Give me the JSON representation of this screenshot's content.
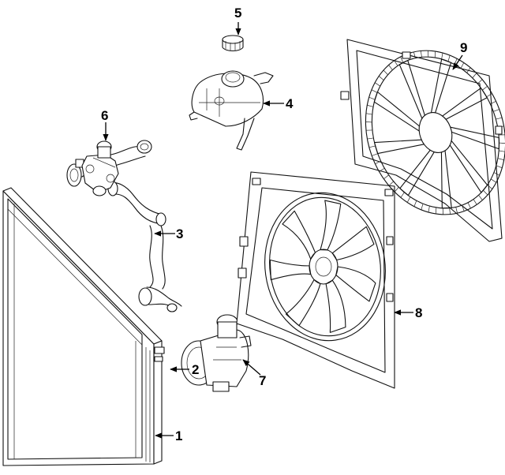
{
  "callouts": [
    {
      "id": "radiator",
      "number": "1"
    },
    {
      "id": "lower-hose",
      "number": "2"
    },
    {
      "id": "upper-hose",
      "number": "3"
    },
    {
      "id": "expansion-tank",
      "number": "4"
    },
    {
      "id": "tank-cap",
      "number": "5"
    },
    {
      "id": "thermostat",
      "number": "6"
    },
    {
      "id": "water-pump",
      "number": "7"
    },
    {
      "id": "fan-assembly",
      "number": "8"
    },
    {
      "id": "fan-shroud",
      "number": "9"
    }
  ]
}
